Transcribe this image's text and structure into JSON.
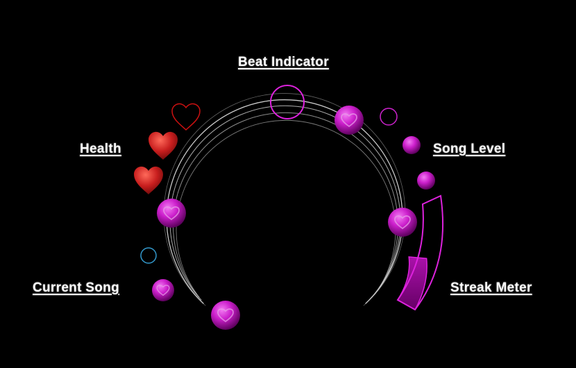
{
  "labels": {
    "beat_indicator": "Beat Indicator",
    "health": "Health",
    "song_level": "Song Level",
    "current_song": "Current Song",
    "streak_meter": "Streak Meter"
  },
  "health": {
    "max_hearts": 3,
    "filled_hearts": 2,
    "heart_color": "#cc2222",
    "empty_heart_outline_color": "#cc1111"
  },
  "song_level": {
    "level_dots": 2
  },
  "streak_meter": {
    "fill_fraction": 0.45,
    "color": "#cc22cc"
  },
  "colors": {
    "background": "#000000",
    "track_ring": "#bbbbbb",
    "note_orb": "#cc22cc",
    "beat_ring": "#dd22dd",
    "incoming_ring": "#3399cc",
    "label_text": "#ffffff"
  },
  "icons": {
    "note_orb": "heart-orb-icon",
    "health_full": "heart-filled-icon",
    "health_empty": "heart-outline-icon"
  }
}
